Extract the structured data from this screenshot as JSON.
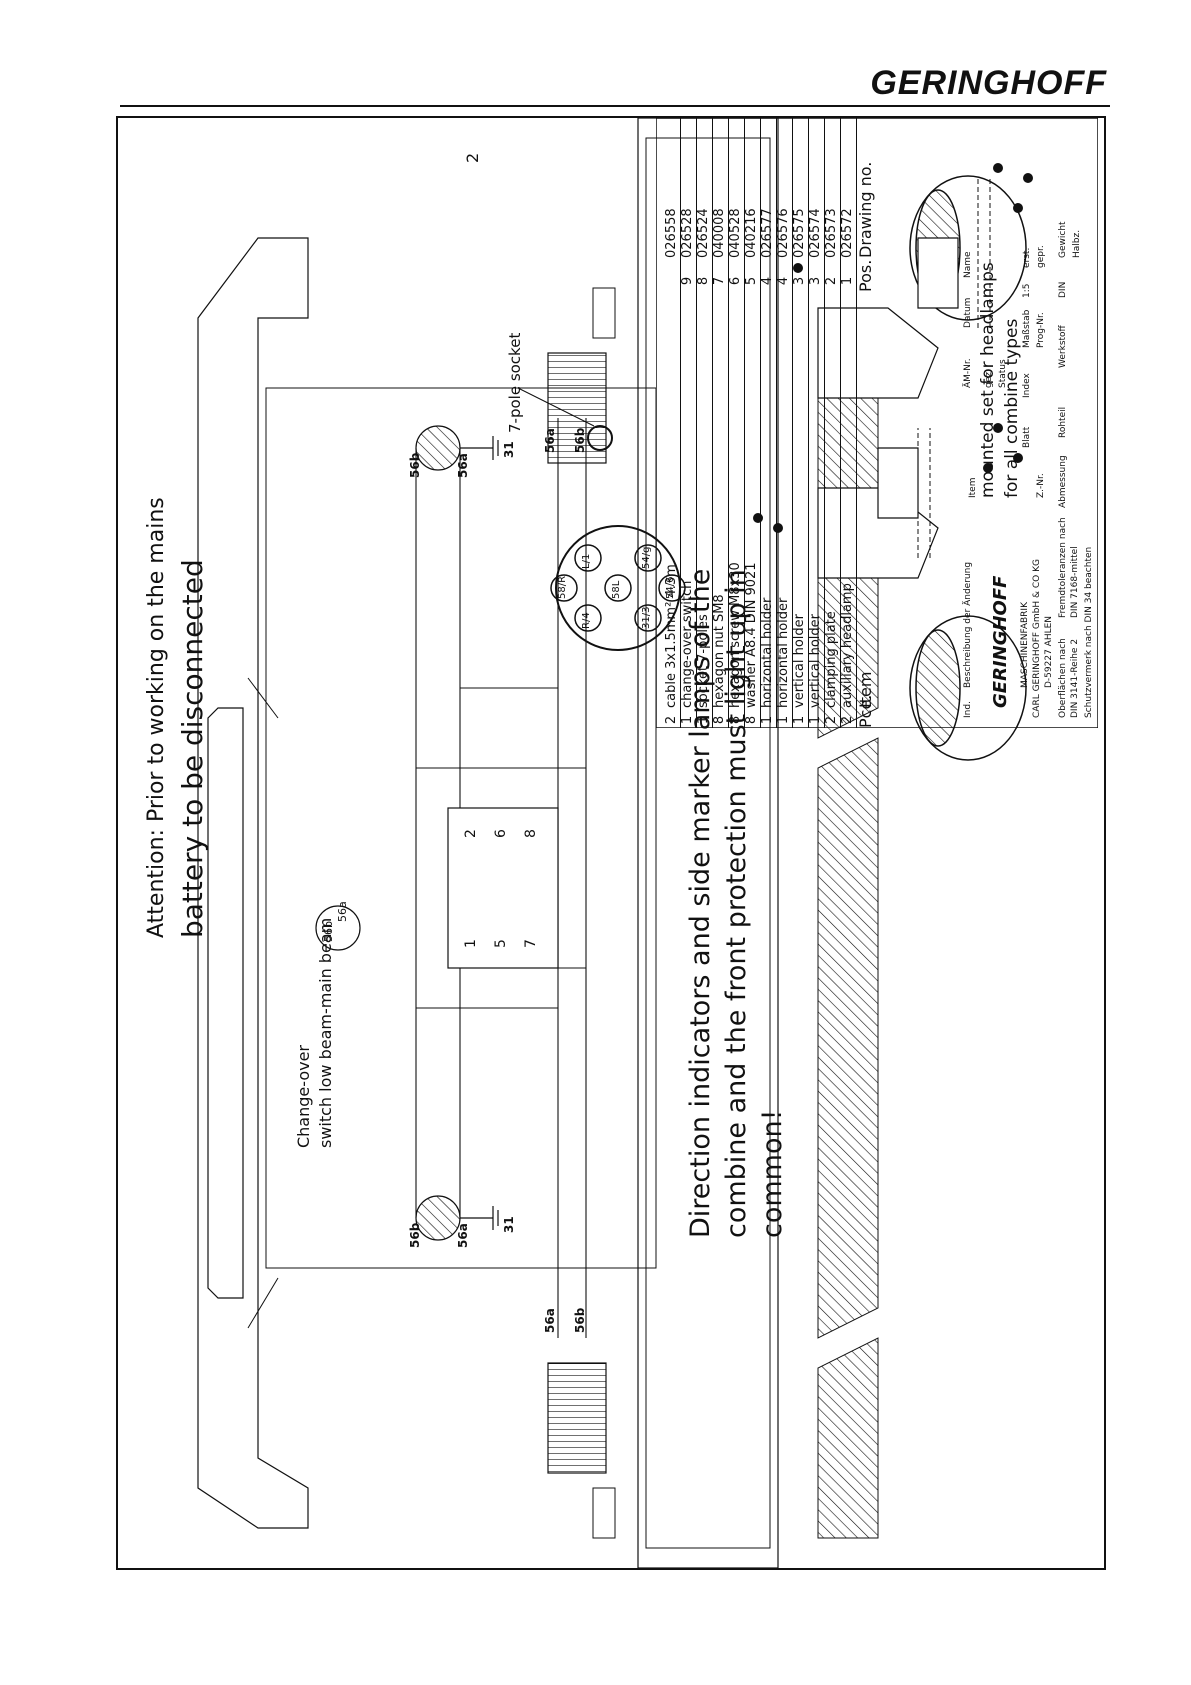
{
  "brand": "GERINGHOFF",
  "warning": {
    "line1": "Attention: Prior to working on the mains",
    "line2": "battery to be disconnected"
  },
  "note": "Direction indicators and side marker lamps of the combine and the front protection must light up in common!",
  "switch_label": [
    "Change-over",
    "switch low beam-main beam"
  ],
  "switch_terminals": [
    "56b",
    "56a"
  ],
  "switch_pins": [
    "1",
    "2",
    "5",
    "6",
    "7",
    "8"
  ],
  "wire_labels": {
    "left_lamp": [
      "56b",
      "56a",
      "31"
    ],
    "right_lamp": [
      "56b",
      "56a",
      "31"
    ],
    "bus_left": [
      "56a",
      "56b"
    ],
    "bus_right": [
      "56a",
      "56b"
    ]
  },
  "socket_label": "7-pole socket",
  "socket_pins": [
    "L/1",
    "54/g",
    "58L",
    "31/3",
    "R/4",
    "58/R",
    "54/6"
  ],
  "callout": "2",
  "parts_list": {
    "headers": {
      "pce": "Pce.",
      "item": "Item",
      "pos": "Pos.",
      "drawing": "Drawing no."
    },
    "rows": [
      {
        "qty": "2",
        "item": "cable 3x1.5mm² 4.3m",
        "pos": "",
        "drawing": "026558"
      },
      {
        "qty": "1",
        "item": "change-over switch",
        "pos": "9",
        "drawing": "026528"
      },
      {
        "qty": "1",
        "item": "socket 7-poles",
        "pos": "8",
        "drawing": "026524"
      },
      {
        "qty": "8",
        "item": "hexagon nut SM8",
        "pos": "7",
        "drawing": "040008"
      },
      {
        "qty": "8",
        "item": "hexagon screw M8x30",
        "pos": "6",
        "drawing": "040528"
      },
      {
        "qty": "8",
        "item": "washer A8.4  DIN 9021",
        "pos": "5",
        "drawing": "040216"
      },
      {
        "qty": "1",
        "item": "horizontal holder",
        "pos": "4",
        "drawing": "026577"
      },
      {
        "qty": "1",
        "item": "horizontal holder",
        "pos": "4",
        "drawing": "026576"
      },
      {
        "qty": "1",
        "item": "vertical holder",
        "pos": "3",
        "drawing": "026575"
      },
      {
        "qty": "1",
        "item": "vertical holder",
        "pos": "3",
        "drawing": "026574"
      },
      {
        "qty": "2",
        "item": "clamping plate",
        "pos": "2",
        "drawing": "026573"
      },
      {
        "qty": "2",
        "item": "auxiliary headlamp",
        "pos": "1",
        "drawing": "026572"
      }
    ]
  },
  "title_block": {
    "ind": "Ind.",
    "change_desc": "Beschreibung der Änderung",
    "aend_nr": "ÄM-Nr.",
    "datum": "Datum",
    "name": "Name",
    "brand_small": "GERINGHOFF",
    "company": [
      "MASCHINENFABRIK",
      "CARL GERINGHOFF GmbH & CO KG",
      "D-59227 AHLEN"
    ],
    "item_label": "Item",
    "title": [
      "mounted set for headlamps",
      "for all combine types"
    ],
    "gez": "gez.",
    "status": "Status",
    "erst": "erst.",
    "gepr": "gepr.",
    "massstab_label": "Maßstab",
    "massstab_value": "1:5",
    "blatt": "Blatt",
    "index": "Index",
    "prog_nr": "Prog-Nr.",
    "z_nr": "Z.-Nr.",
    "oberflaechen": "Oberflächen nach",
    "din_3141": "DIN 3141-Reihe 2",
    "fremd": "Fremdtoleranzen nach",
    "din_7168": "DIN 7168-mittel",
    "abmessung": "Abmessung",
    "rohteil": "Rohteil",
    "werkstoff": "Werkstoff",
    "din": "DIN",
    "gewicht": "Gewicht",
    "halbz": "Halbz.",
    "schutz": "Schutzvermerk nach DIN 34 beachten"
  }
}
